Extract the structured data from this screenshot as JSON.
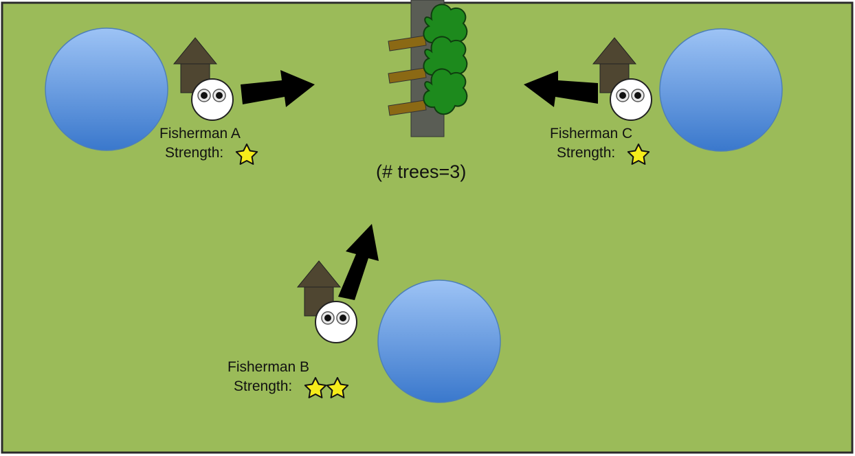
{
  "colors": {
    "grass": "#9bbb59",
    "border": "#2b2b2b",
    "pond_top": "#9dc3f5",
    "pond_bottom": "#3a78cc",
    "house": "#4f4631",
    "trunk": "#5a5d55",
    "branch": "#8b6914",
    "foliage": "#1d8a1d",
    "star": "#f5ec1a",
    "arrow": "#000000"
  },
  "fishermen": [
    {
      "id": "a",
      "name": "Fisherman A",
      "strength_label": "Strength:",
      "strength": 1
    },
    {
      "id": "b",
      "name": "Fisherman B",
      "strength_label": "Strength:",
      "strength": 2
    },
    {
      "id": "c",
      "name": "Fisherman C",
      "strength_label": "Strength:",
      "strength": 1
    }
  ],
  "forest": {
    "tree_count": 3,
    "label": "(# trees=3)"
  }
}
